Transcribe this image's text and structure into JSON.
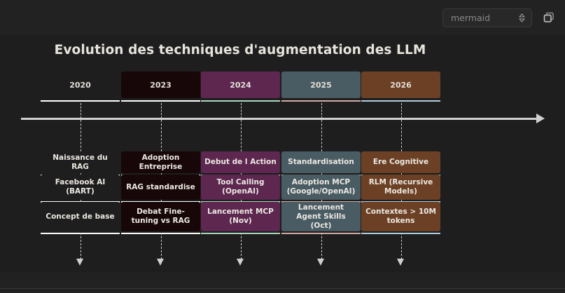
{
  "toolbar": {
    "language_value": "mermaid",
    "copy_label": "copy-code"
  },
  "diagram": {
    "title": "Evolution des techniques d'augmentation des LLM",
    "type": "timeline",
    "axis_color": "#d0d0d0",
    "background": "#1e1e1e",
    "columns": [
      {
        "year": "2020",
        "fill": "#1e1e1e",
        "accent": "#ffffff",
        "events": [
          "Naissance du RAG",
          "Facebook AI (BART)",
          "Concept de base"
        ]
      },
      {
        "year": "2023",
        "fill": "#170708",
        "accent": "#ffffff",
        "events": [
          "Adoption Entreprise",
          "RAG standardise",
          "Debat Fine-tuning vs RAG"
        ]
      },
      {
        "year": "2024",
        "fill": "#5d2750",
        "accent": "#a9d9bf",
        "events": [
          "Debut de l Action",
          "Tool Calling (OpenAI)",
          "Lancement MCP (Nov)"
        ]
      },
      {
        "year": "2025",
        "fill": "#4a5c63",
        "accent": "#d4aba4",
        "events": [
          "Standardisation",
          "Adoption MCP (Google/OpenAI)",
          "Lancement Agent Skills (Oct)"
        ]
      },
      {
        "year": "2026",
        "fill": "#6b4025",
        "accent": "#afd0e2",
        "events": [
          "Ere Cognitive",
          "RLM (Recursive Models)",
          "Contextes > 10M tokens"
        ]
      }
    ]
  }
}
